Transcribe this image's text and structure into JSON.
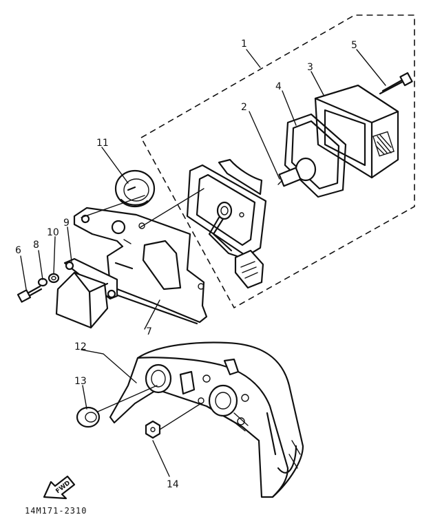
{
  "callouts": {
    "c1": "1",
    "c2": "2",
    "c3": "3",
    "c4": "4",
    "c5": "5",
    "c6": "6",
    "c7": "7",
    "c8": "8",
    "c9": "9",
    "c10": "10",
    "c11": "11",
    "c12": "12",
    "c13": "13",
    "c14": "14"
  },
  "fwd_label": "FWD",
  "drawing_code": "14M171-2310"
}
